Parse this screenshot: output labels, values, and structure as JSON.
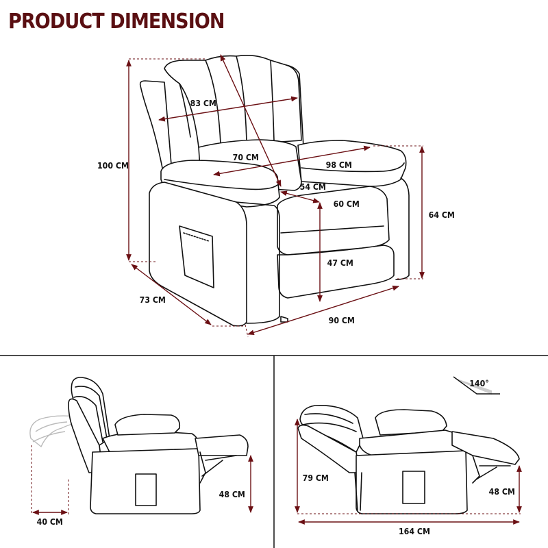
{
  "title": "PRODUCT DIMENSION",
  "colors": {
    "accent": "#6b1014",
    "title": "#5a0f12",
    "line": "#111111"
  },
  "main_view": {
    "height": "100 CM",
    "backrest_height": "83 CM",
    "backrest_diagonal": "70 CM",
    "arm_to_arm": "98 CM",
    "seat_depth": "54 CM",
    "seat_width": "60 CM",
    "armrest_height": "64 CM",
    "seat_height": "47 CM",
    "depth": "73 CM",
    "width": "90 CM"
  },
  "side_view": {
    "wall_clearance": "40 CM",
    "footrest_height": "48 CM"
  },
  "recline_view": {
    "angle": "140°",
    "height": "79 CM",
    "footrest_height": "48 CM",
    "length": "164 CM"
  }
}
